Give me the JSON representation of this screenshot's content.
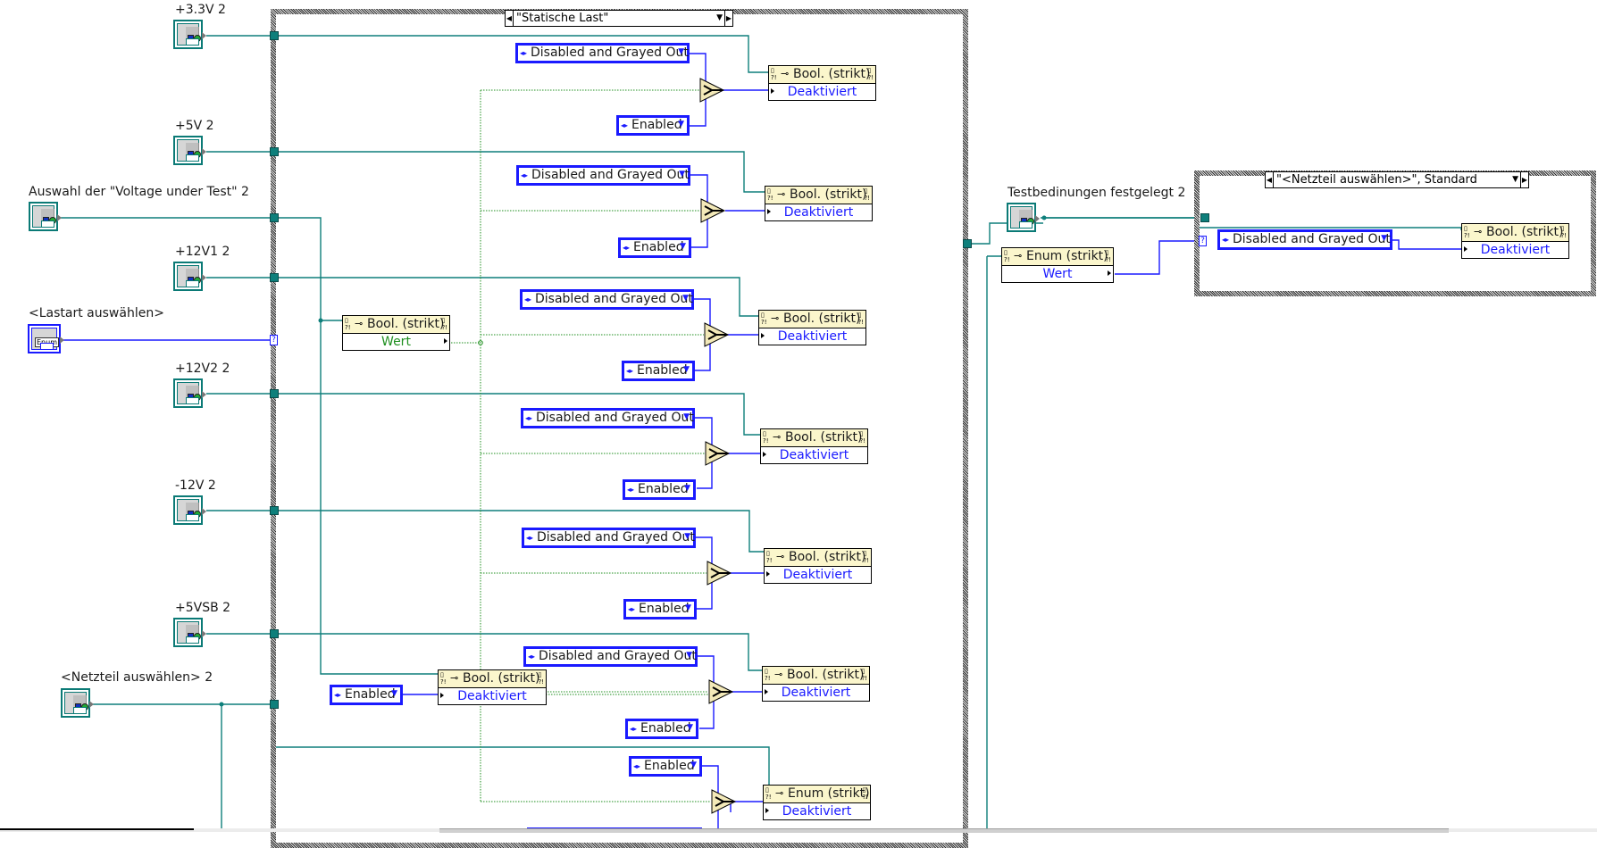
{
  "terminals": [
    {
      "label": "+3.3V 2",
      "icon": "property-reference-icon"
    },
    {
      "label": "+5V 2",
      "icon": "property-reference-icon"
    },
    {
      "label": "Auswahl der \"Voltage under Test\" 2",
      "icon": "property-reference-icon"
    },
    {
      "label": "+12V1 2",
      "icon": "property-reference-icon"
    },
    {
      "label": "<Lastart auswählen>",
      "icon": "enum-control-icon",
      "enum_text": "Enum"
    },
    {
      "label": "+12V2 2",
      "icon": "property-reference-icon"
    },
    {
      "label": "-12V 2",
      "icon": "property-reference-icon"
    },
    {
      "label": "+5VSB 2",
      "icon": "property-reference-icon"
    },
    {
      "label": "<Netzteil auswählen> 2",
      "icon": "property-reference-icon"
    },
    {
      "label": "Testbedinungen festgelegt 2",
      "icon": "property-reference-icon"
    }
  ],
  "case1": {
    "selector": "\"Statische Last\"",
    "rows": [
      {
        "ring_a": "Disabled and Grayed Out",
        "ring_b": "Enabled",
        "node_type": "Bool. (strikt)",
        "node_prop": "Deaktiviert"
      },
      {
        "ring_a": "Disabled and Grayed Out",
        "ring_b": "Enabled",
        "node_type": "Bool. (strikt)",
        "node_prop": "Deaktiviert"
      },
      {
        "ring_a": "Disabled and Grayed Out",
        "ring_b": "Enabled",
        "node_type": "Bool. (strikt)",
        "node_prop": "Deaktiviert"
      },
      {
        "ring_a": "Disabled and Grayed Out",
        "ring_b": "Enabled",
        "node_type": "Bool. (strikt)",
        "node_prop": "Deaktiviert"
      },
      {
        "ring_a": "Disabled and Grayed Out",
        "ring_b": "Enabled",
        "node_type": "Bool. (strikt)",
        "node_prop": "Deaktiviert"
      },
      {
        "ring_a": "Disabled and Grayed Out",
        "ring_b": "Enabled",
        "node_type": "Bool. (strikt)",
        "node_prop": "Deaktiviert"
      },
      {
        "ring_a": "Enabled",
        "node_type": "Enum (strikt)",
        "node_prop": "Deaktiviert"
      }
    ],
    "wert_node": {
      "type": "Bool. (strikt)",
      "prop": "Wert"
    },
    "auswahl_node": {
      "type": "Bool. (strikt)",
      "prop": "Deaktiviert",
      "ring": "Enabled"
    }
  },
  "outside": {
    "enum_node": {
      "type": "Enum (strikt)",
      "prop": "Wert"
    }
  },
  "case2": {
    "selector": "\"<Netzteil auswählen>\", Standard",
    "ring": "Disabled and Grayed Out",
    "node_type": "Bool. (strikt)",
    "node_prop": "Deaktiviert"
  },
  "colors": {
    "refnum_wire": "#0e7f7b",
    "enum_wire": "#1a1aff",
    "bool_wire": "#1f8f1f",
    "node_header": "#fbf6cc"
  }
}
